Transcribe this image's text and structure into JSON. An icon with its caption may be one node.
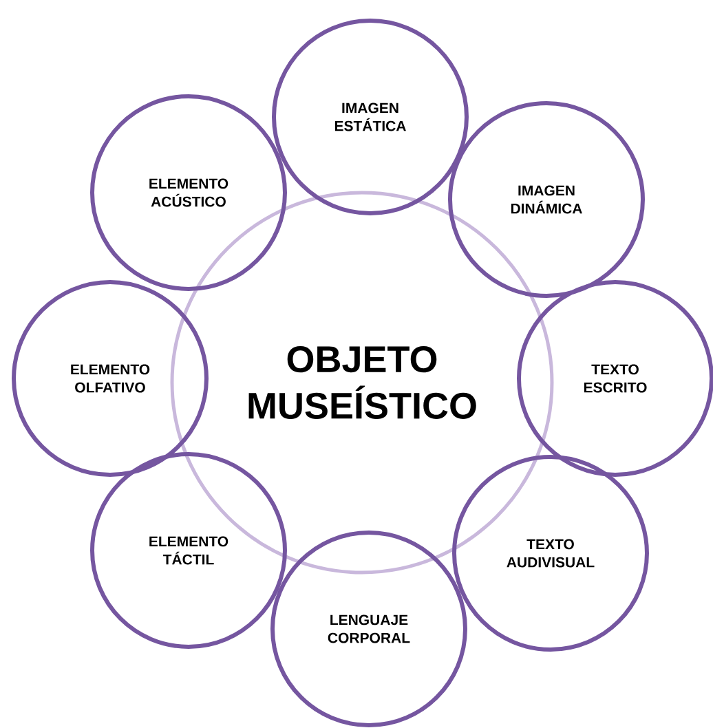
{
  "diagram": {
    "nodes": [
      {
        "text": [
          "OBJETO MUSEÍSTICO"
        ]
      },
      {
        "text": [
          "IMAGEN ESTÁTICA"
        ]
      },
      {
        "text": [
          "IMAGEN DINÁMICA"
        ]
      },
      {
        "text": [
          "TEXTO ESCRITO"
        ]
      },
      {
        "text": [
          "TEXTO AUDIVISUAL"
        ]
      },
      {
        "text": [
          "LENGUAJE CORPORAL"
        ]
      },
      {
        "text": [
          "ELEMENTO TÁCTIL"
        ]
      },
      {
        "text": [
          "ELEMENTO OLFATIVO"
        ]
      },
      {
        "text": [
          "ELEMENTO ACÚSTICO"
        ]
      }
    ]
  }
}
